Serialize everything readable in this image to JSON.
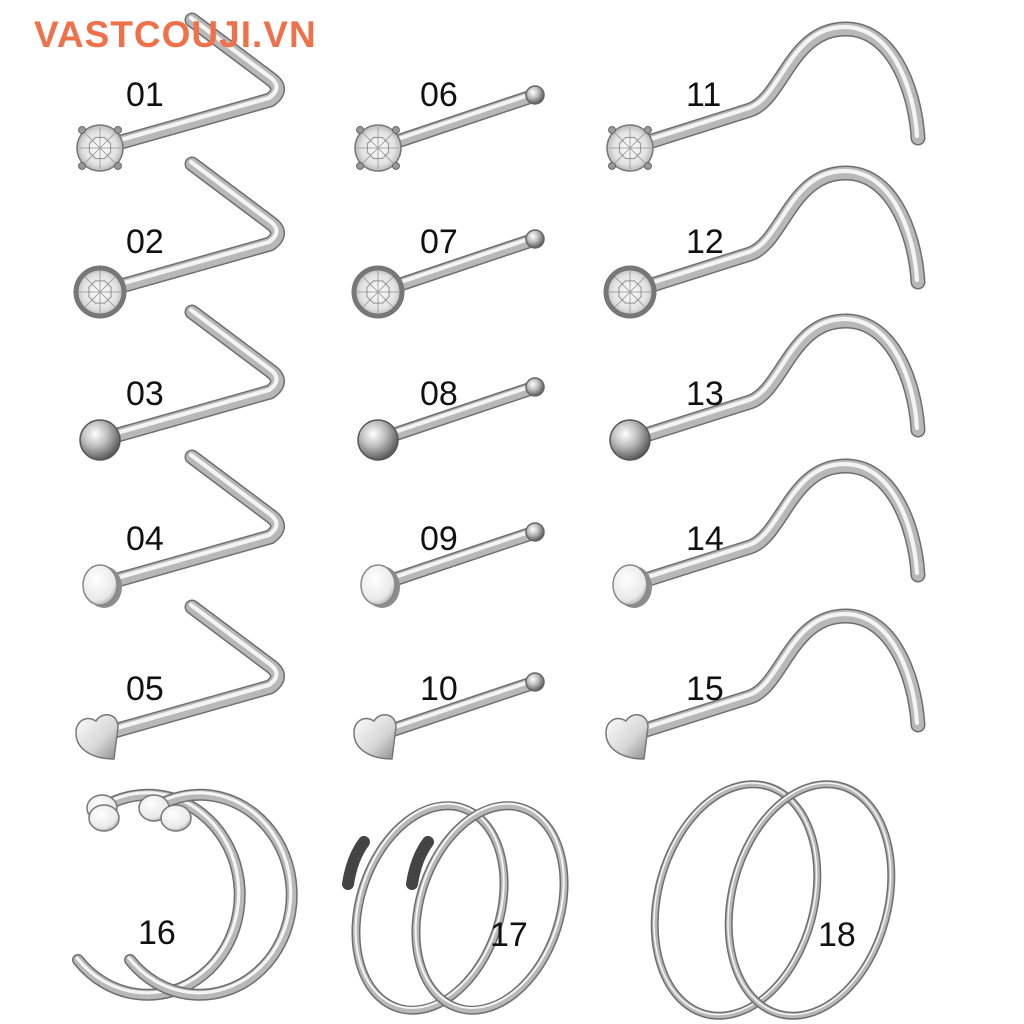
{
  "watermark": {
    "text": "VASTCOUJI.VN",
    "color": "#f0704a"
  },
  "colors": {
    "steel_light": "#f4f4f4",
    "steel_mid": "#b8b8b8",
    "steel_dark": "#6e6e6e",
    "label": "#111111"
  },
  "items": [
    {
      "id": "01",
      "style": "l-bend",
      "top": "crystal-prong"
    },
    {
      "id": "02",
      "style": "l-bend",
      "top": "crystal-bezel"
    },
    {
      "id": "03",
      "style": "l-bend",
      "top": "ball"
    },
    {
      "id": "04",
      "style": "l-bend",
      "top": "flat-disc"
    },
    {
      "id": "05",
      "style": "l-bend",
      "top": "heart"
    },
    {
      "id": "06",
      "style": "bone-stud",
      "top": "crystal-prong"
    },
    {
      "id": "07",
      "style": "bone-stud",
      "top": "crystal-bezel"
    },
    {
      "id": "08",
      "style": "bone-stud",
      "top": "ball"
    },
    {
      "id": "09",
      "style": "bone-stud",
      "top": "flat-disc"
    },
    {
      "id": "10",
      "style": "bone-stud",
      "top": "heart"
    },
    {
      "id": "11",
      "style": "screw",
      "top": "crystal-prong"
    },
    {
      "id": "12",
      "style": "screw",
      "top": "crystal-bezel"
    },
    {
      "id": "13",
      "style": "screw",
      "top": "ball"
    },
    {
      "id": "14",
      "style": "screw",
      "top": "flat-disc"
    },
    {
      "id": "15",
      "style": "screw",
      "top": "heart"
    },
    {
      "id": "16",
      "style": "c-hoop",
      "top": "flat-disc-end"
    },
    {
      "id": "17",
      "style": "seamless-hoop",
      "top": "none"
    },
    {
      "id": "18",
      "style": "open-hoop",
      "top": "none"
    }
  ]
}
